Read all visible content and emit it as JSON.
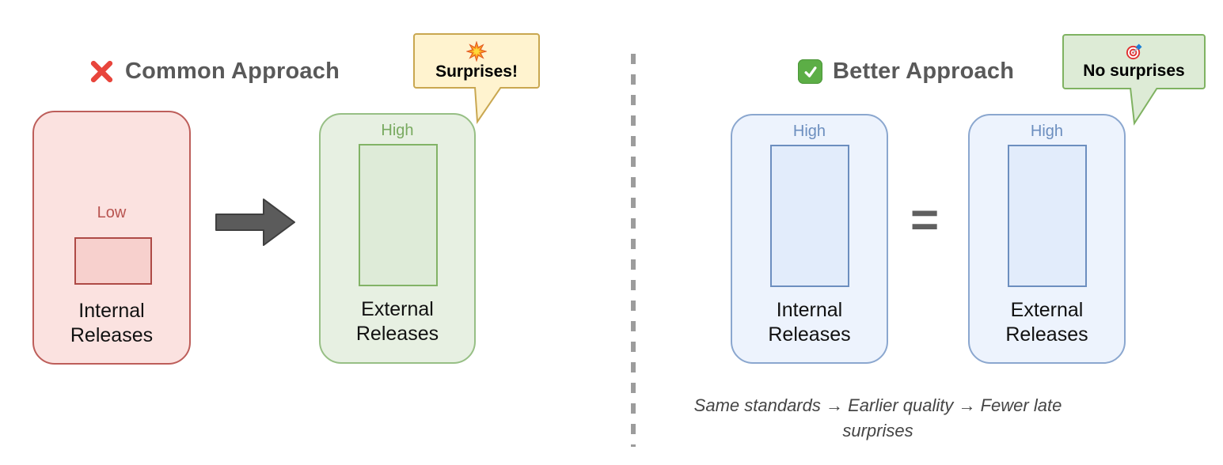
{
  "colors": {
    "title_text": "#595959",
    "red_fill": "#fbe2e0",
    "red_border": "#b85450",
    "green_fill": "#e7f0e2",
    "green_border": "#82b366",
    "blue_fill": "#edf3fd",
    "blue_border": "#6c8ebf",
    "yellow_callout_fill": "#fff3cf",
    "yellow_callout_border": "#c9a750",
    "green_callout_fill": "#ddebd6",
    "green_callout_border": "#7fb261",
    "arrow_gray": "#5b5b5b"
  },
  "left_panel": {
    "title": {
      "icon": "cross-mark-icon",
      "label": "Common Approach"
    },
    "internal_box": {
      "level": "Low",
      "name": "Internal\nReleases"
    },
    "arrow": {
      "icon": "right-arrow-icon"
    },
    "external_box": {
      "level": "High",
      "name": "External\nReleases"
    },
    "callout": {
      "icon": "collision-burst-icon",
      "label": "Surprises!"
    }
  },
  "right_panel": {
    "title": {
      "icon": "check-mark-icon",
      "label": "Better Approach"
    },
    "internal_box": {
      "level": "High",
      "name": "Internal\nReleases"
    },
    "equals_sign": "=",
    "external_box": {
      "level": "High",
      "name": "External\nReleases"
    },
    "callout": {
      "icon": "target-icon",
      "label": "No surprises"
    },
    "caption": "Same standards → Earlier quality → Fewer late surprises"
  }
}
